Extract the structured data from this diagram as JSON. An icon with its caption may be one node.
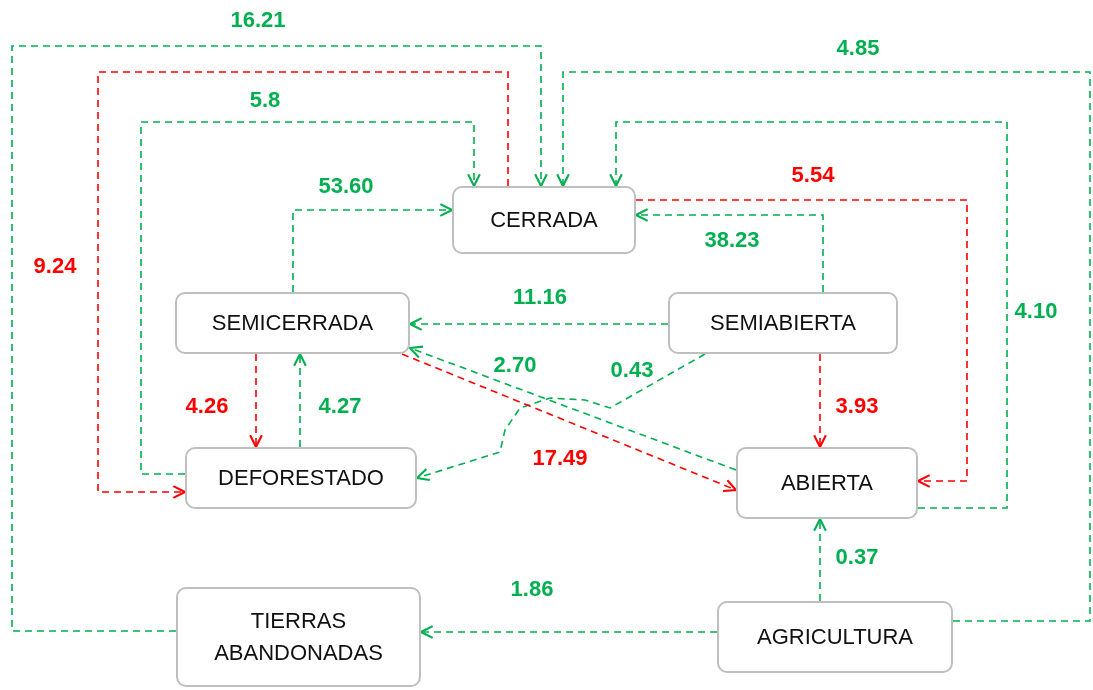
{
  "diagram": {
    "nodes": [
      {
        "text": [
          "CERRADA"
        ]
      },
      {
        "text": [
          "SEMICERRADA"
        ]
      },
      {
        "text": [
          "SEMIABIERTA"
        ]
      },
      {
        "text": [
          "DEFORESTADO"
        ]
      },
      {
        "text": [
          "ABIERTA"
        ]
      },
      {
        "text": [
          "TIERRAS ABANDONADAS"
        ]
      },
      {
        "text": [
          "AGRICULTURA"
        ]
      }
    ],
    "edges": [
      {
        "from": 5,
        "to": 0,
        "arrow": "to",
        "label": "16.21"
      },
      {
        "from": 3,
        "to": 0,
        "arrow": "to",
        "label": "5.8"
      },
      {
        "from": 0,
        "to": 3,
        "arrow": "to",
        "label": "9.24",
        "color": "#ff0000"
      },
      {
        "from": 6,
        "to": 0,
        "arrow": "to",
        "label": "4.85"
      },
      {
        "from": 4,
        "to": 0,
        "arrow": "to",
        "label": "4.10"
      },
      {
        "from": 0,
        "to": 4,
        "arrow": "to",
        "label": "5.54",
        "color": "#ff0000"
      },
      {
        "from": 1,
        "to": 0,
        "arrow": "to",
        "label": "53.60"
      },
      {
        "from": 2,
        "to": 0,
        "arrow": "to",
        "label": "38.23"
      },
      {
        "from": 2,
        "to": 1,
        "arrow": "to",
        "label": "11.16"
      },
      {
        "from": 1,
        "to": 3,
        "arrow": "to",
        "label": "4.26",
        "color": "#ff0000"
      },
      {
        "from": 3,
        "to": 1,
        "arrow": "to",
        "label": "4.27"
      },
      {
        "from": 4,
        "to": 1,
        "arrow": "to",
        "label": "2.70"
      },
      {
        "from": 2,
        "to": 3,
        "arrow": "to",
        "label": "0.43"
      },
      {
        "from": 1,
        "to": 4,
        "arrow": "to",
        "label": "17.49",
        "color": "#ff0000"
      },
      {
        "from": 2,
        "to": 4,
        "arrow": "to",
        "label": "3.93",
        "color": "#ff0000"
      },
      {
        "from": 6,
        "to": 4,
        "arrow": "to",
        "label": "0.37"
      },
      {
        "from": 6,
        "to": 5,
        "arrow": "to",
        "label": "1.86"
      }
    ]
  }
}
